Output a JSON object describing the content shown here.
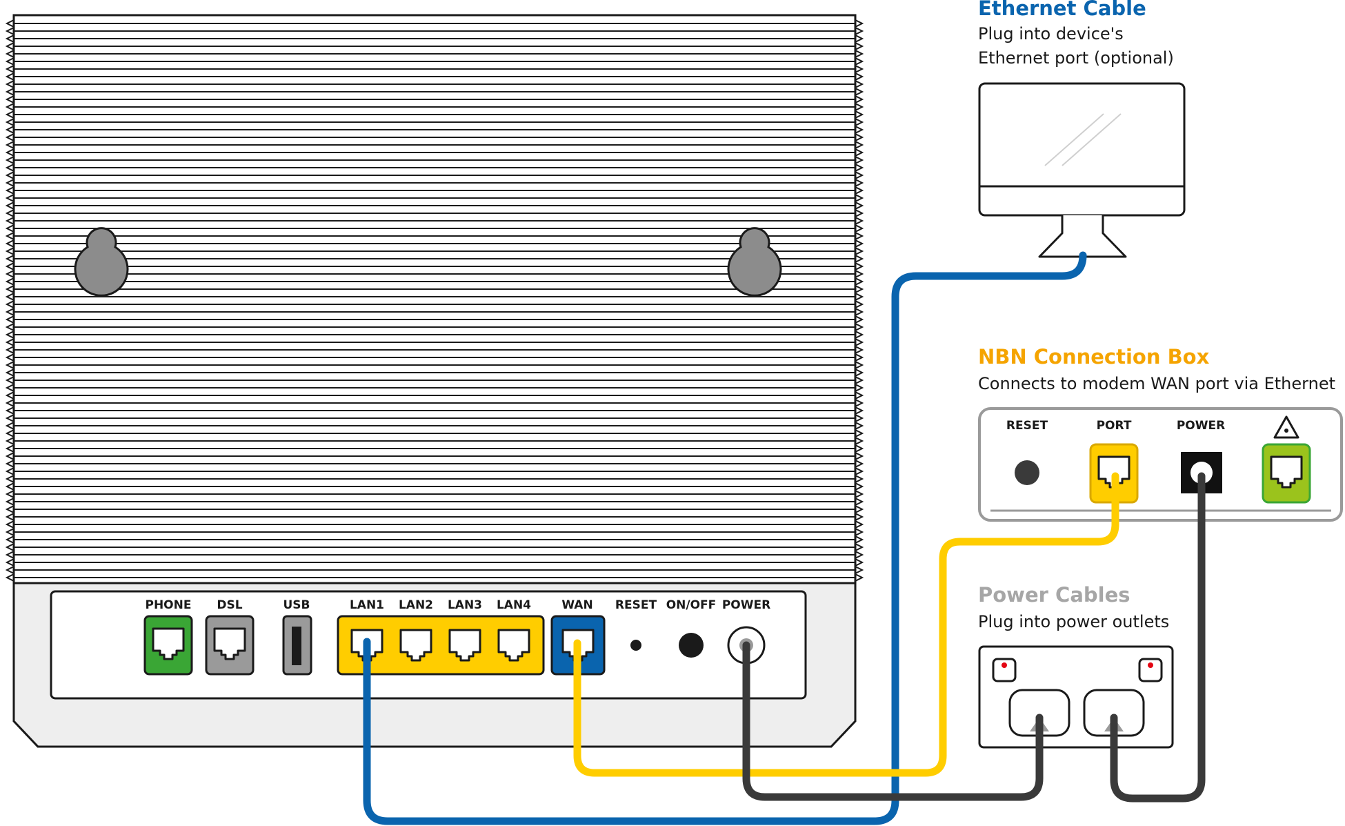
{
  "colors": {
    "blue": "#0a64ae",
    "yellow": "#ffcd00",
    "green": "#3aa635",
    "gray": "#9a9a9a",
    "dark": "#3a3a3a",
    "lime": "#9bc31c",
    "nbn_orange": "#f5a400",
    "power_gray": "#a6a6a6"
  },
  "modem": {
    "ports": {
      "phone": "PHONE",
      "dsl": "DSL",
      "usb": "USB",
      "lan1": "LAN1",
      "lan2": "LAN2",
      "lan3": "LAN3",
      "lan4": "LAN4",
      "wan": "WAN",
      "reset": "RESET",
      "onoff": "ON/OFF",
      "power": "POWER"
    }
  },
  "ethernet": {
    "title": "Ethernet Cable",
    "line1": "Plug into device's",
    "line2": "Ethernet port (optional)"
  },
  "nbn": {
    "title": "NBN Connection Box",
    "subtitle": "Connects to modem WAN port via Ethernet",
    "ports": {
      "reset": "RESET",
      "port": "PORT",
      "power": "POWER"
    }
  },
  "power": {
    "title": "Power Cables",
    "subtitle": "Plug into power outlets"
  }
}
